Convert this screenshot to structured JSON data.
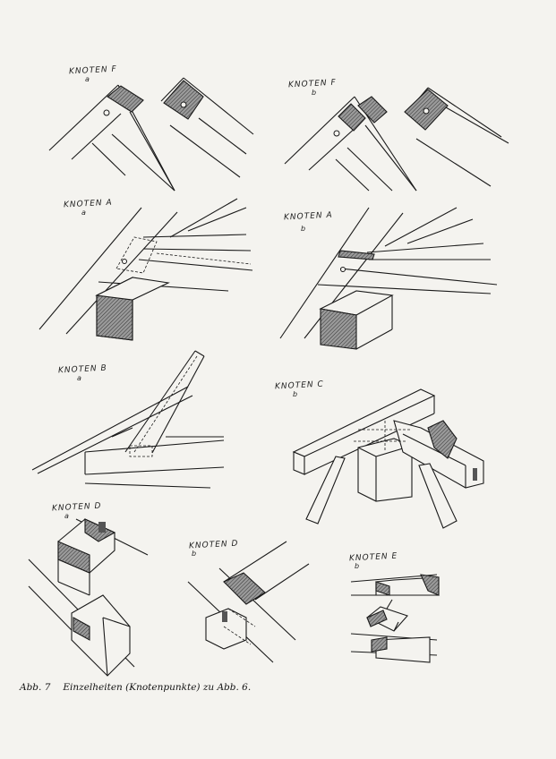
{
  "labels": {
    "knoten_f_a": "KNOTEN F",
    "knoten_f_a_sub": "a",
    "knoten_f_b": "KNOTEN F",
    "knoten_f_b_sub": "b",
    "knoten_a_a": "KNOTEN A",
    "knoten_a_a_sub": "a",
    "knoten_a_b": "KNOTEN A",
    "knoten_a_b_sub": "b",
    "knoten_b_a": "KNOTEN B",
    "knoten_b_a_sub": "a",
    "knoten_c_b": "KNOTEN C",
    "knoten_c_b_sub": "b",
    "knoten_d_a": "KNOTEN D",
    "knoten_d_a_sub": "a",
    "knoten_d_b": "KNOTEN D",
    "knoten_d_b_sub": "b",
    "knoten_e_b": "KNOTEN E",
    "knoten_e_b_sub": "b"
  },
  "caption": {
    "figure_number": "Abb. 7",
    "text": "Einzelheiten (Knotenpunkte) zu Abb. 6."
  }
}
